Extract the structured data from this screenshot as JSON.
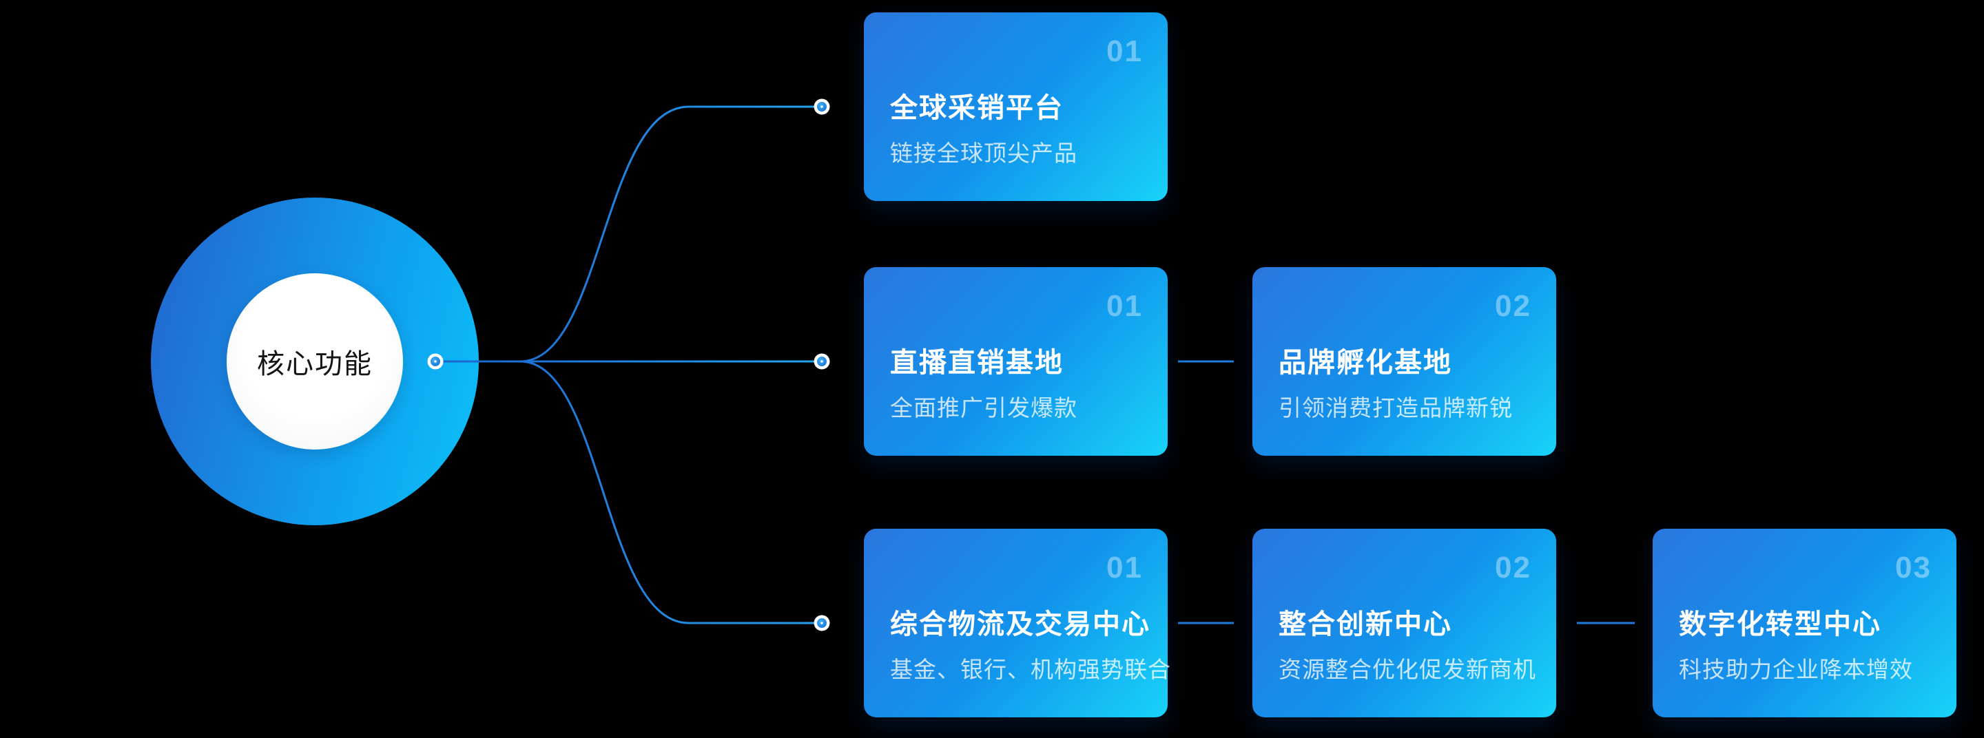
{
  "diagram": {
    "center_label": "核心功能",
    "branches": [
      {
        "cards": [
          {
            "number": "01",
            "title": "全球采销平台",
            "subtitle": "链接全球顶尖产品"
          }
        ]
      },
      {
        "cards": [
          {
            "number": "01",
            "title": "直播直销基地",
            "subtitle": "全面推广引发爆款"
          },
          {
            "number": "02",
            "title": "品牌孵化基地",
            "subtitle": "引领消费打造品牌新锐"
          }
        ]
      },
      {
        "cards": [
          {
            "number": "01",
            "title": "综合物流及交易中心",
            "subtitle": "基金、银行、机构强势联合"
          },
          {
            "number": "02",
            "title": "整合创新中心",
            "subtitle": "资源整合优化促发新商机"
          },
          {
            "number": "03",
            "title": "数字化转型中心",
            "subtitle": "科技助力企业降本增效"
          }
        ]
      }
    ],
    "colors": {
      "background": "#000000",
      "card_gradient_start": "#2b77de",
      "card_gradient_mid": "#1193ec",
      "card_gradient_end": "#18d3f8",
      "circle_gradient_start": "#2463ce",
      "circle_gradient_end": "#0cc2f8",
      "inner_circle": "#ffffff",
      "center_text": "#141414",
      "connector_line_start": "#1b63cc",
      "connector_line_end": "#24a4f2",
      "card_link_line": "#1d7de0",
      "dot_ring": "#ffffff",
      "card_number": "rgba(255,255,255,0.38)",
      "card_subtitle": "rgba(255,255,255,0.76)"
    }
  }
}
